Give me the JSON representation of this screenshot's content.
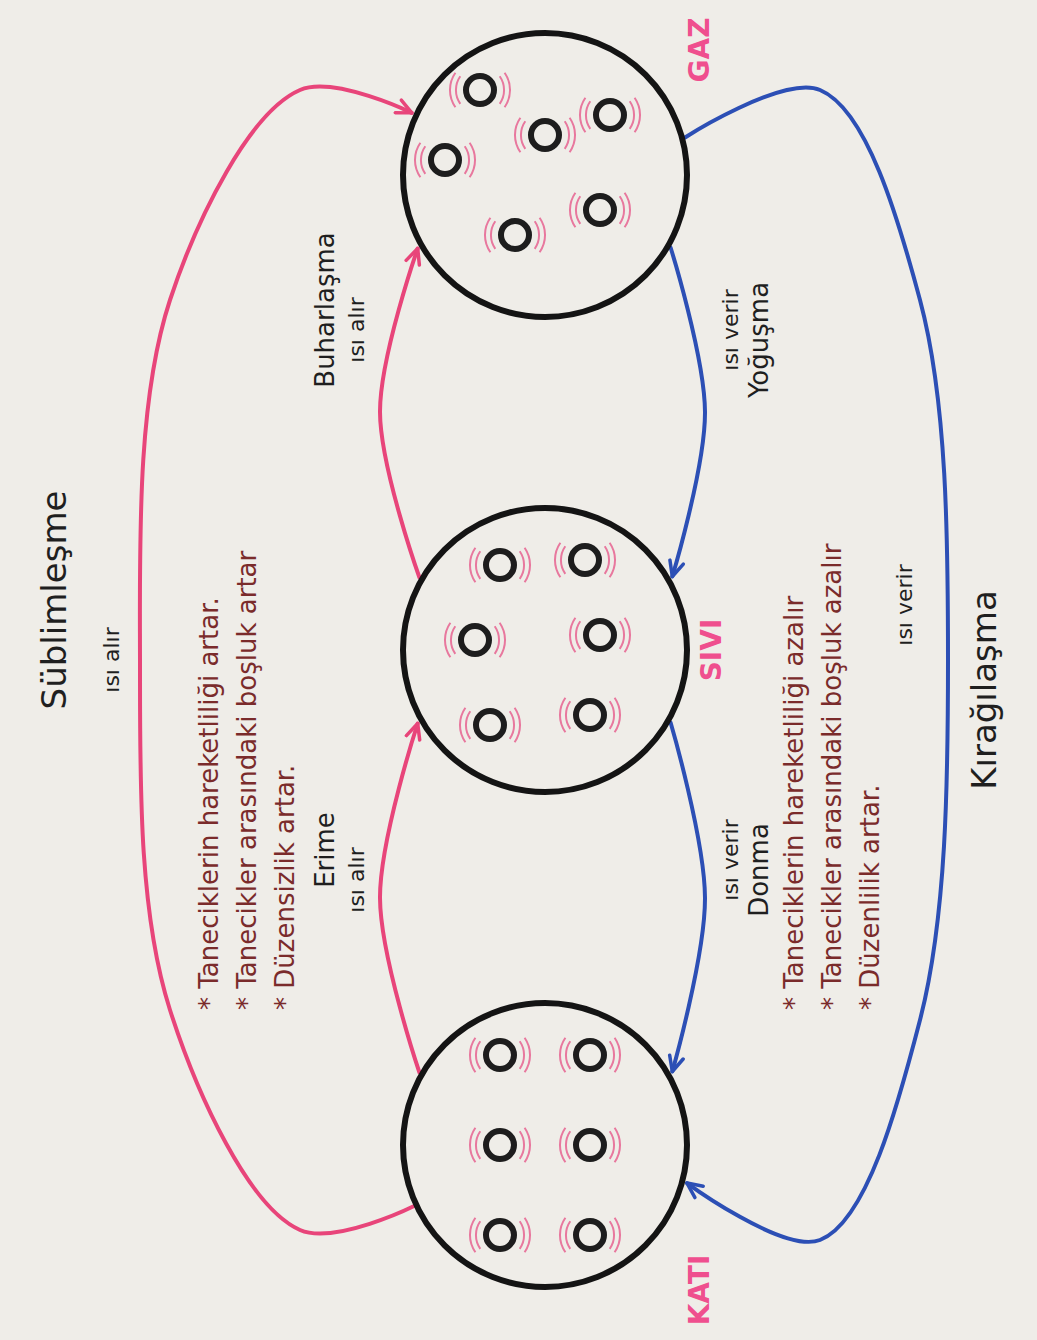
{
  "diagram": {
    "nodes": [
      {
        "text": [
          "KATI"
        ]
      },
      {
        "text": [
          "SIVI"
        ]
      },
      {
        "text": [
          "GAZ"
        ]
      }
    ],
    "edges": [
      {
        "from": 0,
        "to": 2,
        "arrow": "to",
        "label": "Süblimleşme"
      },
      {
        "from": 0,
        "to": 1,
        "arrow": "to",
        "label": "Erime"
      },
      {
        "from": 1,
        "to": 2,
        "arrow": "to",
        "label": "Buharlaşma"
      },
      {
        "from": 2,
        "to": 1,
        "arrow": "to",
        "label": "Yoğuşma"
      },
      {
        "from": 1,
        "to": 0,
        "arrow": "to",
        "label": "Donma"
      },
      {
        "from": 2,
        "to": 0,
        "arrow": "to",
        "label": "Kırağılaşma"
      }
    ],
    "labels": [
      "ısı alır",
      "* Taneciklerin hareketliliği artar.",
      "* Tanecikler arasındaki boşluk artar",
      "* Düzensizlik artar.",
      "ısı alır",
      "ısı alır",
      "ısı verir",
      "ısı verir",
      "* Taneciklerin hareketliliği azalır",
      "* Tanecikler arasındaki boşluk azalır",
      "* Düzenlilik artar.",
      "ısı verir"
    ]
  }
}
